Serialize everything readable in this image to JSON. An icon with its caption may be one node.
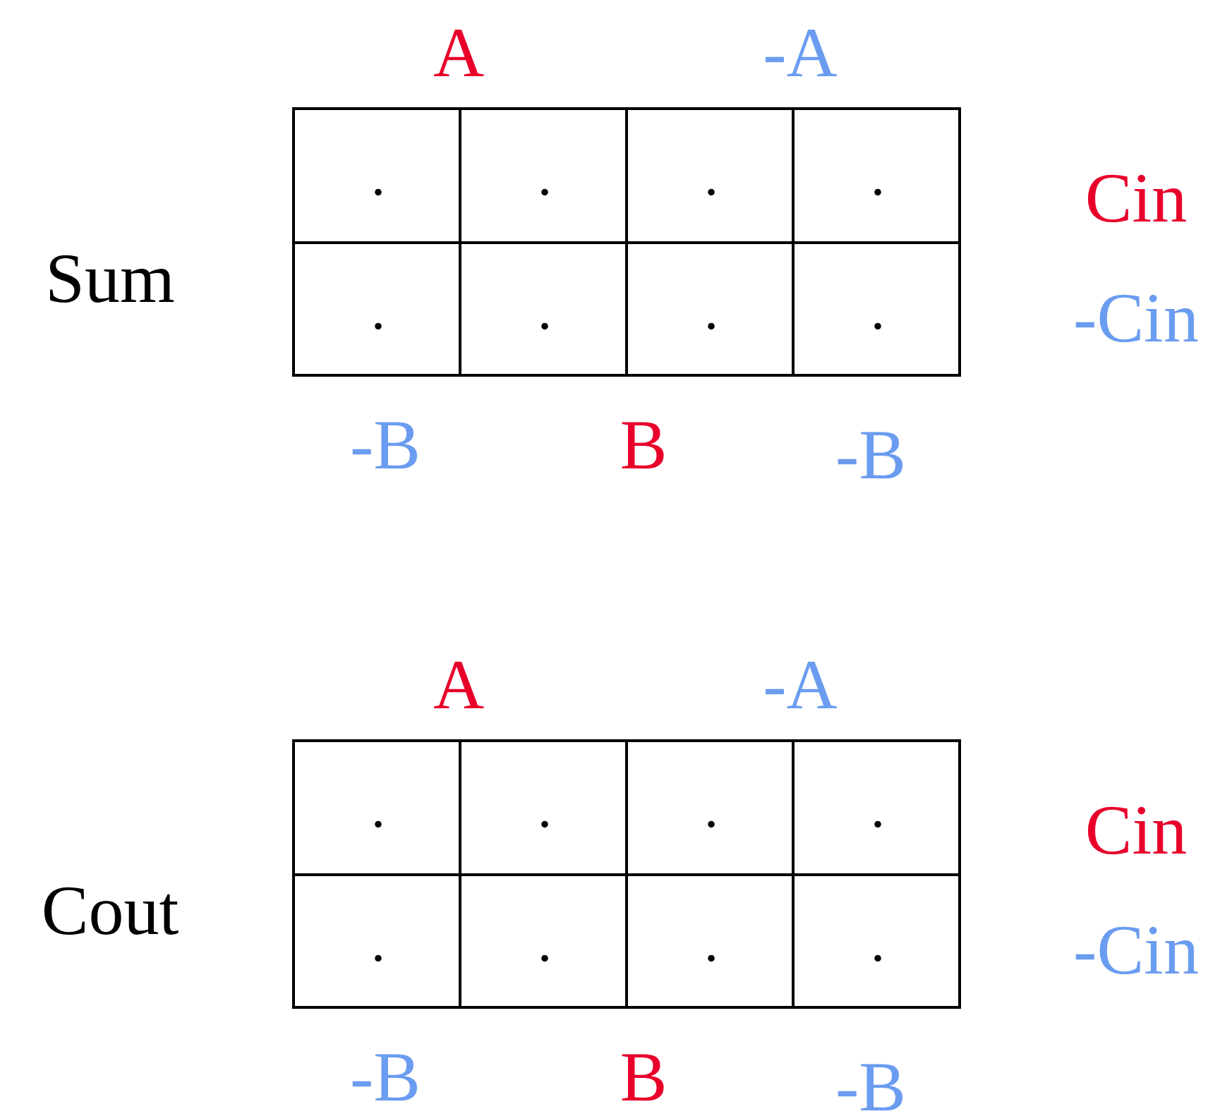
{
  "diagram": {
    "labels": [
      "A",
      "-A",
      "Cin",
      "Sum",
      "-Cin",
      ".",
      ".",
      ".",
      ".",
      ".",
      ".",
      ".",
      ".",
      "-B",
      "B",
      "-B",
      "A",
      "-A",
      "Cin",
      "Cout",
      "-Cin",
      ".",
      ".",
      ".",
      ".",
      ".",
      ".",
      ".",
      ".",
      "-B",
      "B",
      "-B"
    ]
  }
}
